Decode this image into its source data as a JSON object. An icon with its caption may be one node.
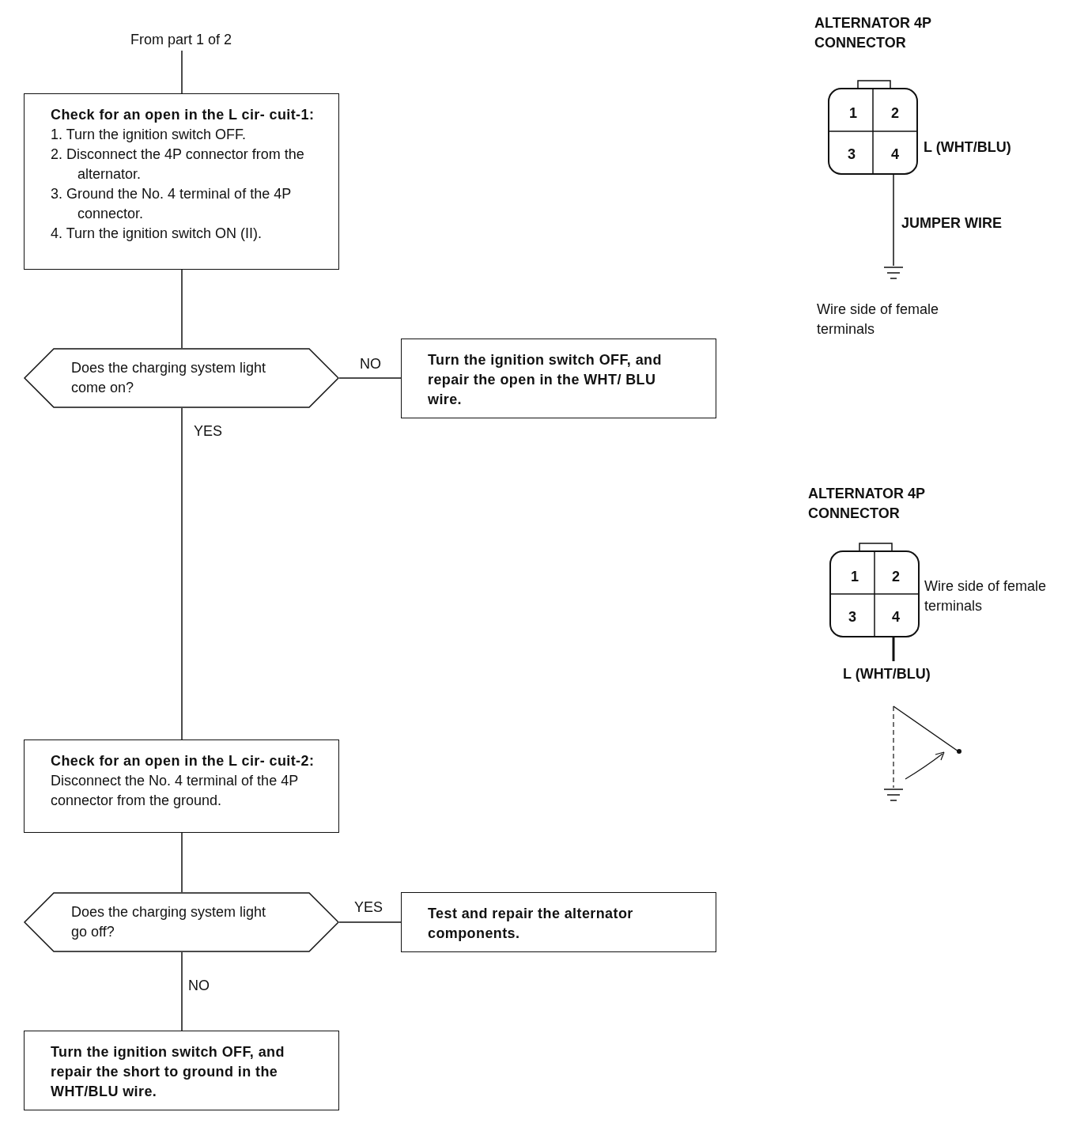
{
  "diagram": {
    "nodes": [
      {
        "text": [
          "From part 1 of 2"
        ]
      },
      {
        "text": [
          "Check for an open in the L cir- cuit-1:",
          "1. Turn the ignition switch OFF.",
          "2. Disconnect the 4P connector from the alternator.",
          "3. Ground the No. 4 terminal of the 4P connector.",
          "4. Turn the ignition switch ON (II)."
        ]
      },
      {
        "text": [
          "Does the charging system light come on?"
        ]
      },
      {
        "text": [
          "Turn the ignition switch OFF, and repair the open in the WHT/ BLU wire."
        ]
      },
      {
        "text": [
          "Check for an open in the L cir- cuit-2:",
          "Disconnect the No. 4 terminal of the 4P connector from the ground."
        ]
      },
      {
        "text": [
          "Does the charging system light go off?"
        ]
      },
      {
        "text": [
          "Test and repair the alternator components."
        ]
      },
      {
        "text": [
          "Turn the ignition switch OFF, and repair the short to ground in the WHT/BLU wire."
        ]
      }
    ],
    "edges": [
      {
        "from": 0,
        "to": 1,
        "arrow": "none"
      },
      {
        "from": 1,
        "to": 2,
        "arrow": "none"
      },
      {
        "from": 2,
        "to": 3,
        "arrow": "none",
        "label": "NO"
      },
      {
        "from": 2,
        "to": 4,
        "arrow": "none",
        "label": "YES"
      },
      {
        "from": 4,
        "to": 5,
        "arrow": "none"
      },
      {
        "from": 5,
        "to": 6,
        "arrow": "none",
        "label": "YES"
      },
      {
        "from": 5,
        "to": 7,
        "arrow": "none",
        "label": "NO"
      }
    ],
    "labels": [
      "ALTERNATOR 4P CONNECTOR",
      "1",
      "2",
      "3",
      "4",
      "L (WHT/BLU)",
      "JUMPER WIRE",
      "Wire side of female terminals",
      "ALTERNATOR 4P CONNECTOR",
      "1",
      "2",
      "3",
      "4",
      "Wire side of female terminals",
      "L (WHT/BLU)"
    ]
  }
}
